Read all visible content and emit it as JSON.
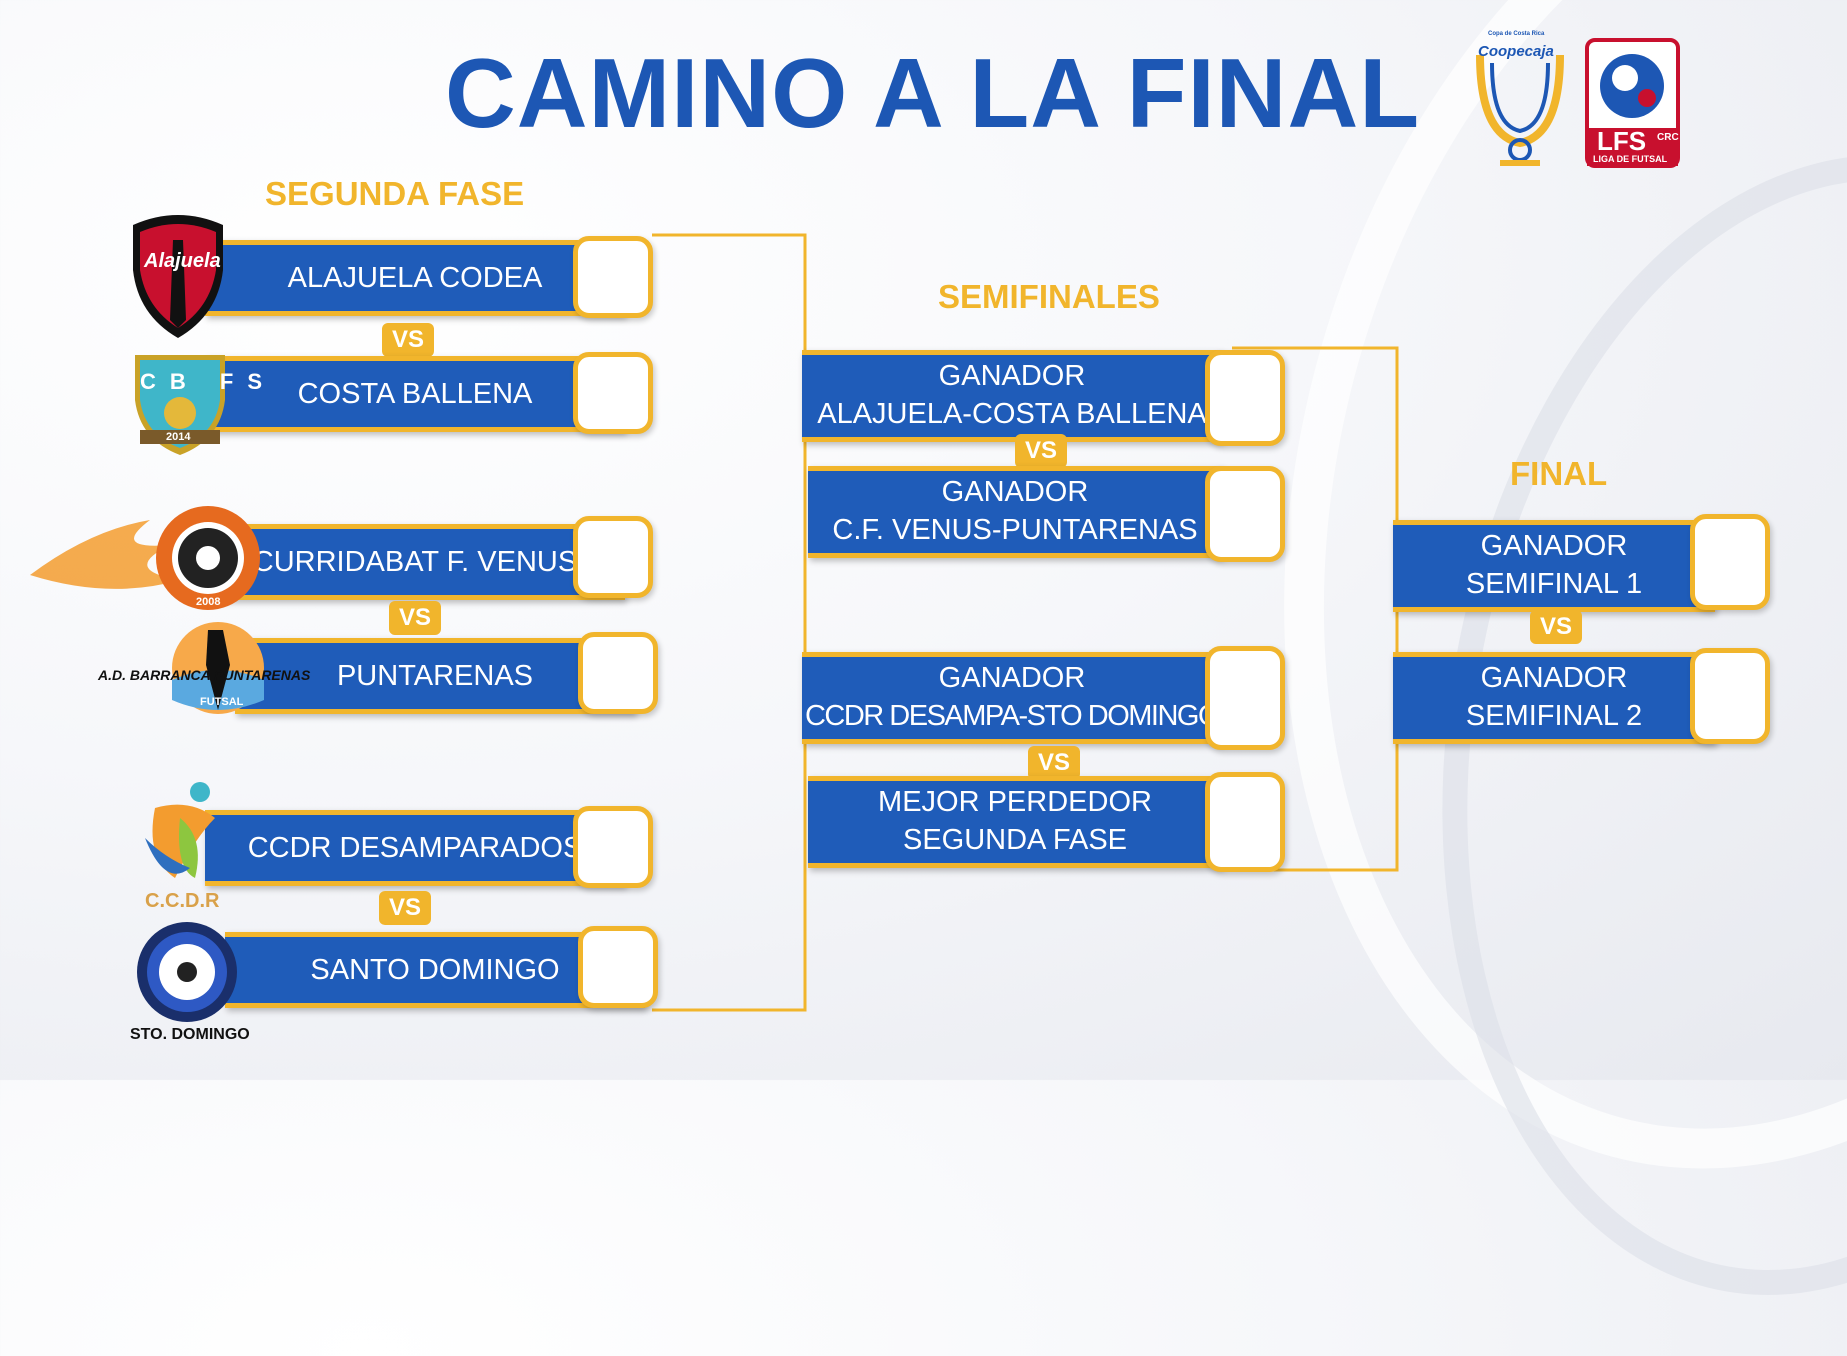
{
  "title": "CAMINO A LA FINAL",
  "colors": {
    "blue": "#1f5cb9",
    "gold": "#f1b52c",
    "title_blue": "#1d57b4"
  },
  "logos": {
    "cup": {
      "text": "Coopecaja",
      "subtext": "Copa de Costa Rica"
    },
    "lfs": {
      "text": "LFS",
      "subtext": "LIGA DE FUTSAL",
      "side": "CRC"
    }
  },
  "phases": {
    "segunda": "SEGUNDA FASE",
    "semis": "SEMIFINALES",
    "final": "FINAL"
  },
  "vs_label": "VS",
  "segunda_fase": [
    {
      "team": "ALAJUELA CODEA",
      "logo": "alajuela-crest",
      "logo_text": "Alajuela"
    },
    {
      "team": "COSTA BALLENA",
      "logo": "costa-ballena-crest",
      "logo_text": "CB FS",
      "logo_year": "2014"
    },
    {
      "team": "CURRIDABAT F. VENUS",
      "logo": "curridabat-ball",
      "logo_year": "2008"
    },
    {
      "team": "PUNTARENAS",
      "logo": "barranca-puntarenas",
      "logo_text": "A.D. BARRANCA PUNTARENAS",
      "logo_sub": "FUTSAL"
    },
    {
      "team": "CCDR DESAMPARADOS",
      "logo": "ccdr-figure",
      "logo_text": "C.C.D.R"
    },
    {
      "team": "SANTO DOMINGO",
      "logo": "santo-domingo-ball",
      "logo_text": "STO. DOMINGO"
    }
  ],
  "semifinales": [
    {
      "line1": "GANADOR",
      "line2": "ALAJUELA-COSTA BALLENA"
    },
    {
      "line1": "GANADOR",
      "line2": "C.F. VENUS-PUNTARENAS"
    },
    {
      "line1": "GANADOR",
      "line2": "CCDR DESAMPA-STO DOMINGO"
    },
    {
      "line1": "MEJOR PERDEDOR",
      "line2": "SEGUNDA FASE"
    }
  ],
  "final": [
    {
      "line1": "GANADOR",
      "line2": "SEMIFINAL 1"
    },
    {
      "line1": "GANADOR",
      "line2": "SEMIFINAL 2"
    }
  ]
}
